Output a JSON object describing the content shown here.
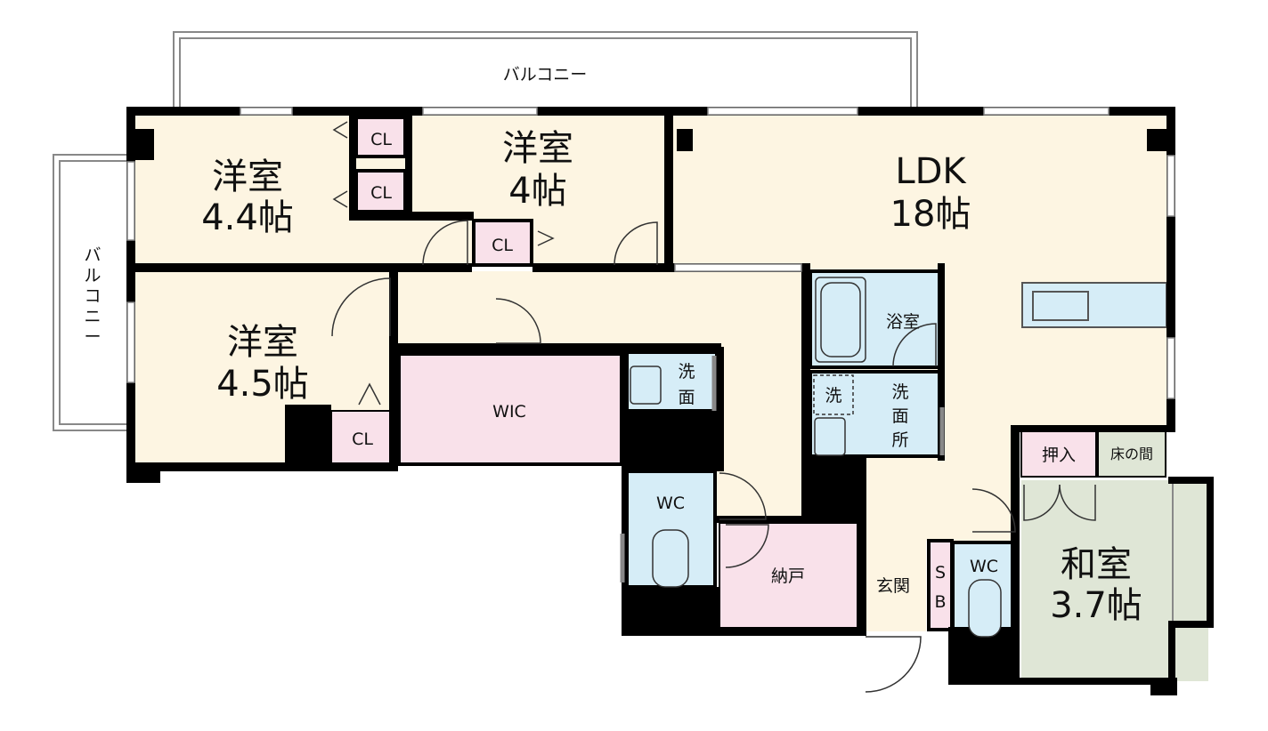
{
  "colors": {
    "wall": "#000000",
    "floor_cream": "#fdf5e2",
    "closet_pink": "#f9e1ea",
    "wet_blue": "#d6edf7",
    "tatami_green": "#dfe6d6",
    "window_white": "#ffffff"
  },
  "labels": {
    "balcony_top": "バルコニー",
    "balcony_left": [
      "バ",
      "ル",
      "コ",
      "ニ",
      "ー"
    ],
    "room_44_name": "洋室",
    "room_44_size": "4.4帖",
    "room_4_name": "洋室",
    "room_4_size": "4帖",
    "room_45_name": "洋室",
    "room_45_size": "4.5帖",
    "ldk_name": "LDK",
    "ldk_size": "18帖",
    "washitsu_name": "和室",
    "washitsu_size": "3.7帖",
    "cl": "CL",
    "wic": "WIC",
    "wc": "WC",
    "nando": "納戸",
    "bath": "浴室",
    "washroom": [
      "洗",
      "面",
      "所"
    ],
    "wash_basin": [
      "洗",
      "面"
    ],
    "washer": "洗",
    "genkan": "玄関",
    "sb": [
      "S",
      "B"
    ],
    "oshiire": "押入",
    "tokonoma": "床の間"
  }
}
